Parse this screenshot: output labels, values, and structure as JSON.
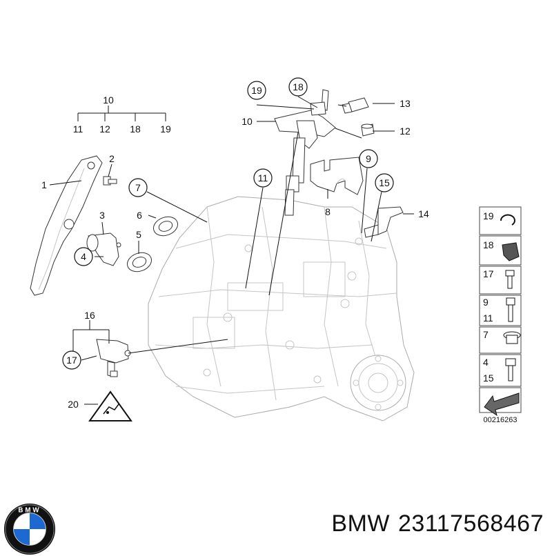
{
  "diagram": {
    "group_label": "10",
    "group_items": [
      "11",
      "12",
      "18",
      "19"
    ],
    "callouts": {
      "c1": "1",
      "c2": "2",
      "c3": "3",
      "c4": "4",
      "c5": "5",
      "c6": "6",
      "c7": "7",
      "c8": "8",
      "c9": "9",
      "c10": "10",
      "c11": "11",
      "c12": "12",
      "c13": "13",
      "c14": "14",
      "c15": "15",
      "c16": "16",
      "c17": "17",
      "c18": "18",
      "c19": "19",
      "c20": "20"
    },
    "legend": [
      {
        "labels": [
          "19"
        ],
        "icon": "circlip-icon"
      },
      {
        "labels": [
          "18"
        ],
        "icon": "clamp-block-icon"
      },
      {
        "labels": [
          "17"
        ],
        "icon": "short-bolt-icon"
      },
      {
        "labels": [
          "9",
          "11"
        ],
        "icon": "hex-bolt-icon"
      },
      {
        "labels": [
          "7"
        ],
        "icon": "plug-icon"
      },
      {
        "labels": [
          "4",
          "15"
        ],
        "icon": "flange-bolt-icon"
      }
    ],
    "code": "00216263"
  },
  "brand": {
    "name": "BMW",
    "part_number": "23117568467",
    "logo_letters": "BMW"
  },
  "colors": {
    "logo_blue": "#1c69d4",
    "logo_ring": "#111111",
    "ink": "#111111"
  }
}
